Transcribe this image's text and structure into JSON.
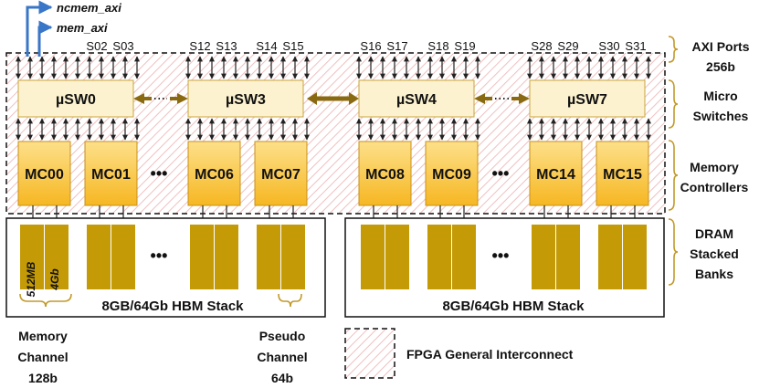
{
  "interface_labels": {
    "ncmem_axi": "ncmem_axi",
    "mem_axi": "mem_axi"
  },
  "port_labels": [
    "S02",
    "S03",
    "S12",
    "S13",
    "S14",
    "S15",
    "S16",
    "S17",
    "S18",
    "S19",
    "S28",
    "S29",
    "S30",
    "S31"
  ],
  "micro_switches": [
    "µSW0",
    "µSW3",
    "µSW4",
    "µSW7"
  ],
  "memory_controllers": [
    "MC00",
    "MC01",
    "MC06",
    "MC07",
    "MC08",
    "MC09",
    "MC14",
    "MC15"
  ],
  "ellipsis": "•••",
  "stacks": [
    "8GB/64Gb HBM Stack",
    "8GB/64Gb HBM Stack"
  ],
  "bank_labels": {
    "size": "512MB",
    "bits": "4Gb"
  },
  "right_labels": {
    "axi_ports": [
      "AXI Ports",
      "256b"
    ],
    "micro_switches": [
      "Micro",
      "Switches"
    ],
    "memory_controllers": [
      "Memory",
      "Controllers"
    ],
    "dram": [
      "DRAM",
      "Stacked",
      "Banks"
    ]
  },
  "bottom_labels": {
    "memory_channel": [
      "Memory",
      "Channel",
      "128b"
    ],
    "pseudo_channel": [
      "Pseudo",
      "Channel",
      "64b"
    ],
    "legend": "FPGA General Interconnect"
  },
  "colors": {
    "switch_fill": "#fdf2cf",
    "mc_fill": "#fbc53b",
    "bank_fill": "#c49a07",
    "arrow_brown": "#8a6a10",
    "brace": "#c29a2c",
    "axi_blue": "#3a76c7",
    "hatch": "#f1c0c0"
  }
}
